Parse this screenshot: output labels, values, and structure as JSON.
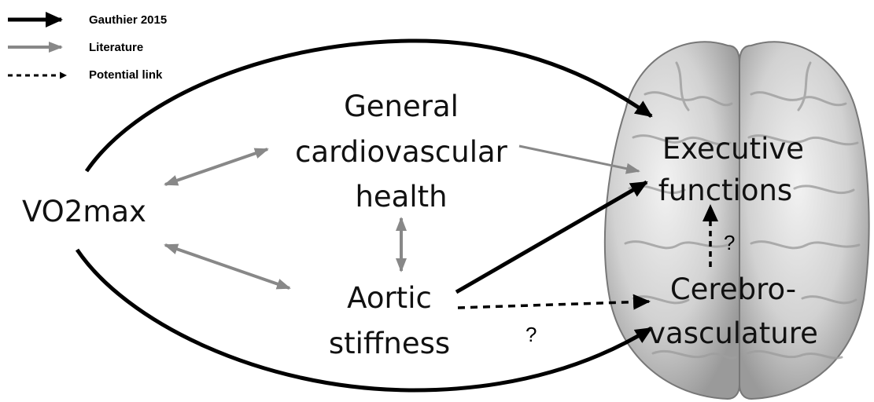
{
  "legend": {
    "items": [
      {
        "label": "Gauthier 2015",
        "style": "solid-black"
      },
      {
        "label": "Literature",
        "style": "solid-grey"
      },
      {
        "label": "Potential link",
        "style": "dashed-black"
      }
    ]
  },
  "nodes": {
    "vo2max": "VO2max",
    "general": [
      "General",
      "cardiovascular",
      "health"
    ],
    "aortic": [
      "Aortic",
      "stiffness"
    ],
    "executive": [
      "Executive",
      "functions"
    ],
    "cerebro": [
      "Cerebro-",
      "vasculature"
    ]
  },
  "question_marks": [
    "?",
    "?"
  ],
  "colors": {
    "black_arrow": "#000000",
    "grey_arrow": "#888888",
    "brain_fill": "#d6d6d6"
  }
}
